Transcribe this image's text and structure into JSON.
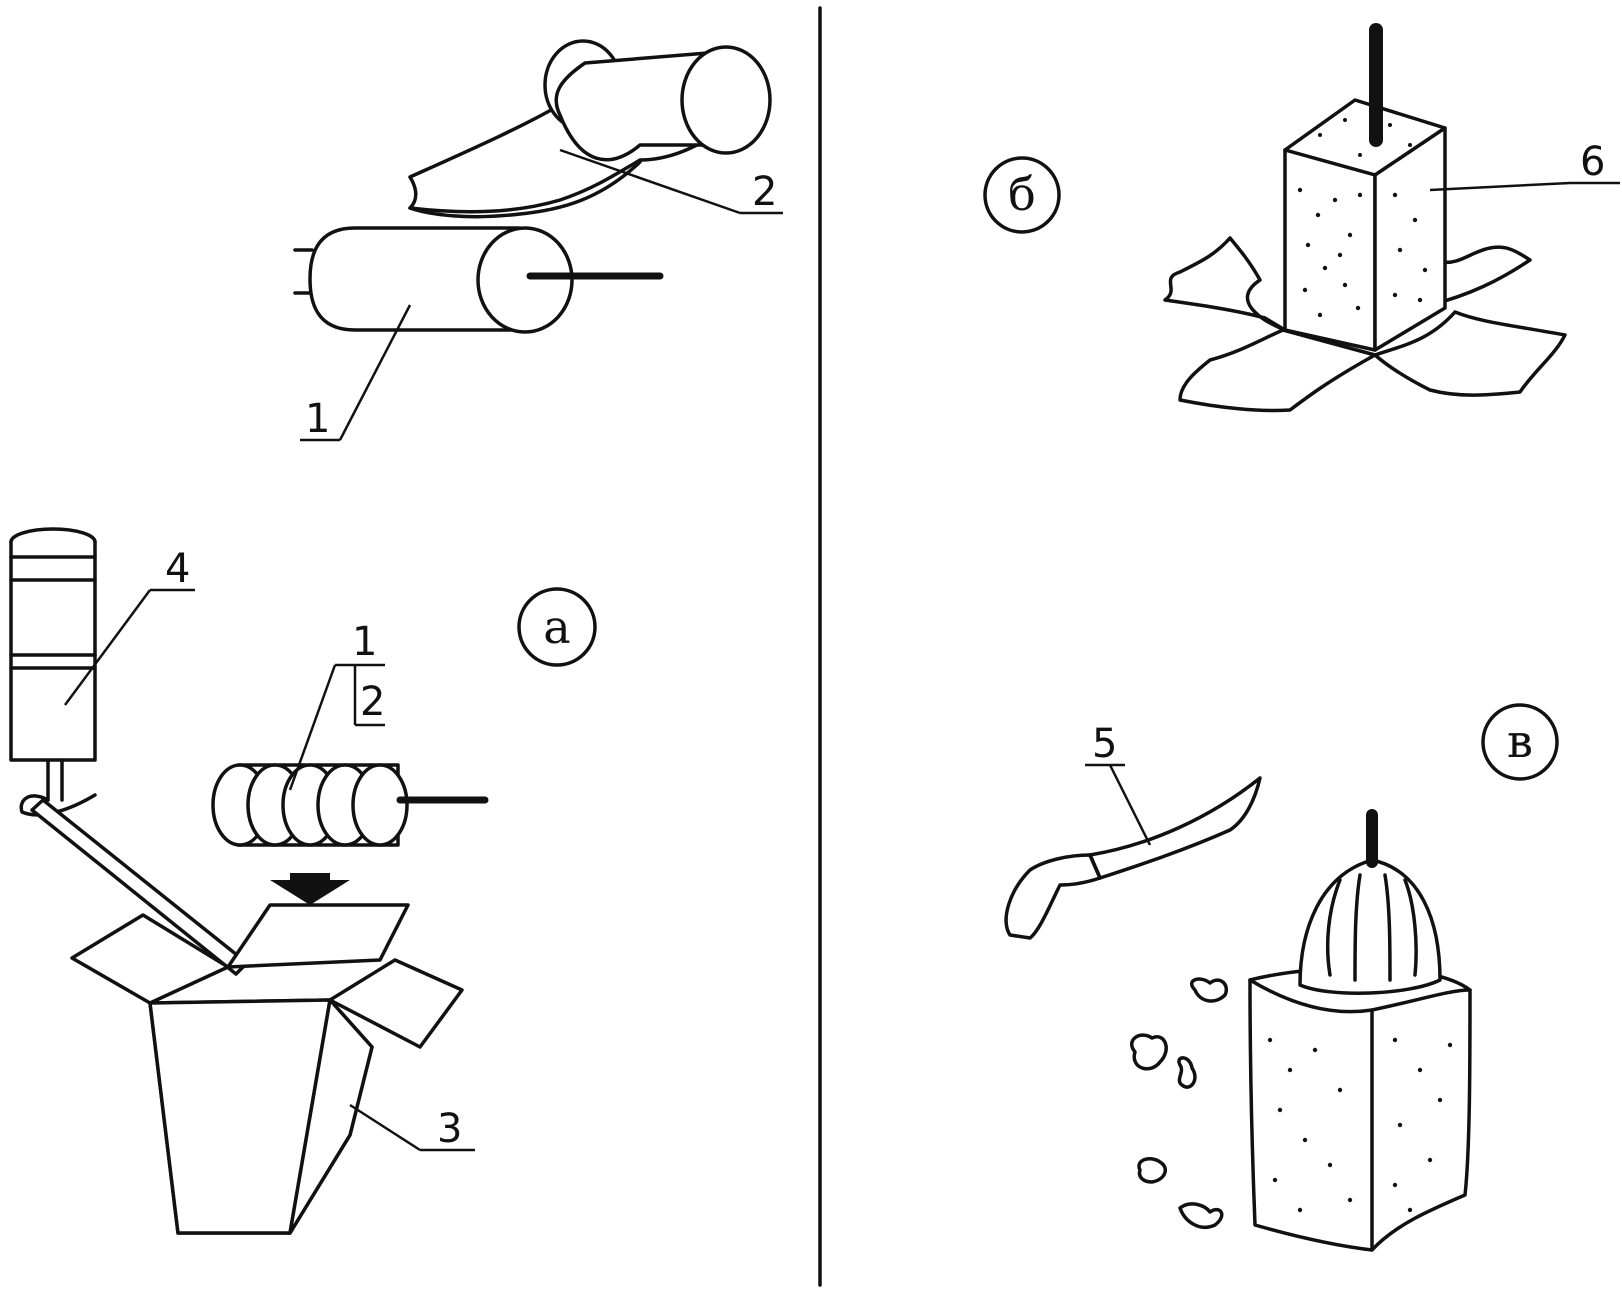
{
  "panels": {
    "a": "а",
    "b": "б",
    "c": "в"
  },
  "callouts": {
    "c1_top": "1",
    "c2_top": "2",
    "c1_roll": "1",
    "c2_roll": "2",
    "c3": "3",
    "c4": "4",
    "c5": "5",
    "c6": "6"
  },
  "colors": {
    "ink": "#111111",
    "paper": "#ffffff"
  }
}
